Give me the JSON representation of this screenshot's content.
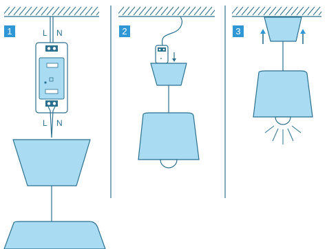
{
  "steps": [
    {
      "number": "1",
      "wire_labels_top": [
        "L",
        "N"
      ],
      "wire_labels_bottom": [
        "L",
        "N"
      ]
    },
    {
      "number": "2"
    },
    {
      "number": "3"
    }
  ],
  "colors": {
    "accent": "#2f97d6",
    "shade_fill": "#a9dcf2",
    "line": "#2a6f8e"
  },
  "icons": [
    "ceiling-hatch-icon",
    "smart-switch-module-icon",
    "lamp-shade-icon",
    "light-bulb-icon",
    "arrow-up-icon",
    "arrow-down-icon"
  ]
}
